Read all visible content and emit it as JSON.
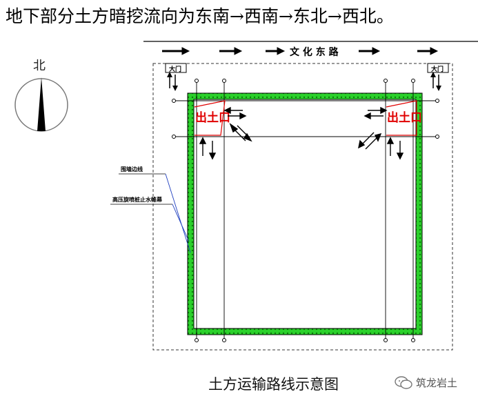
{
  "heading": "地下部分土方暗挖流向为东南→西南→东北→西北。",
  "north_label": "北",
  "road_label": "文 化 东 路",
  "exit_label": "出土口",
  "gate_label": "大门",
  "legend": {
    "pit_edge": "围墙边线",
    "pile_wall": "高压旋喷桩止水帷幕"
  },
  "caption": "土方运输路线示意图",
  "watermark": "筑龙岩土",
  "colors": {
    "line": "#000000",
    "wall_green": "#22c322",
    "exit_red": "#e00000",
    "legend_line": "#1f3fbf"
  }
}
